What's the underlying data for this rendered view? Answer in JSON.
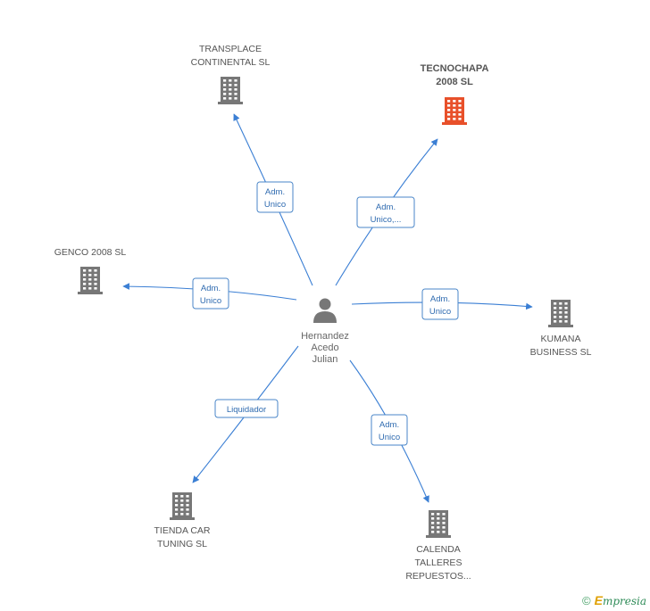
{
  "center": {
    "name_lines": [
      "Hernandez",
      "Acedo",
      "Julian"
    ],
    "icon": "person-icon"
  },
  "companies": [
    {
      "id": "transplace",
      "lines": [
        "TRANSPLACE",
        "CONTINENTAL SL"
      ],
      "highlight": false,
      "icon": "building-icon"
    },
    {
      "id": "tecnochapa",
      "lines": [
        "TECNOCHAPA",
        "2008 SL"
      ],
      "highlight": true,
      "icon": "building-icon"
    },
    {
      "id": "genco",
      "lines": [
        "GENCO 2008 SL"
      ],
      "highlight": false,
      "icon": "building-icon"
    },
    {
      "id": "kumana",
      "lines": [
        "KUMANA",
        "BUSINESS SL"
      ],
      "highlight": false,
      "icon": "building-icon"
    },
    {
      "id": "tienda",
      "lines": [
        "TIENDA CAR",
        "TUNING SL"
      ],
      "highlight": false,
      "icon": "building-icon"
    },
    {
      "id": "calenda",
      "lines": [
        "CALENDA",
        "TALLERES",
        "REPUESTOS..."
      ],
      "highlight": false,
      "icon": "building-icon"
    }
  ],
  "relations": [
    {
      "to": "transplace",
      "role_lines": [
        "Adm.",
        "Unico"
      ]
    },
    {
      "to": "tecnochapa",
      "role_lines": [
        "Adm.",
        "Unico,..."
      ]
    },
    {
      "to": "genco",
      "role_lines": [
        "Adm.",
        "Unico"
      ]
    },
    {
      "to": "kumana",
      "role_lines": [
        "Adm.",
        "Unico"
      ]
    },
    {
      "to": "tienda",
      "role_lines": [
        "Liquidador"
      ]
    },
    {
      "to": "calenda",
      "role_lines": [
        "Adm.",
        "Unico"
      ]
    }
  ],
  "colors": {
    "building": "#777777",
    "building_highlight": "#e8502a",
    "person": "#777777",
    "edge": "#3b7fd4",
    "role_border": "#4a86c8",
    "role_text": "#2f6bb0"
  },
  "footer": {
    "copyright": "©",
    "brand_initial": "E",
    "brand": "mpresia"
  }
}
